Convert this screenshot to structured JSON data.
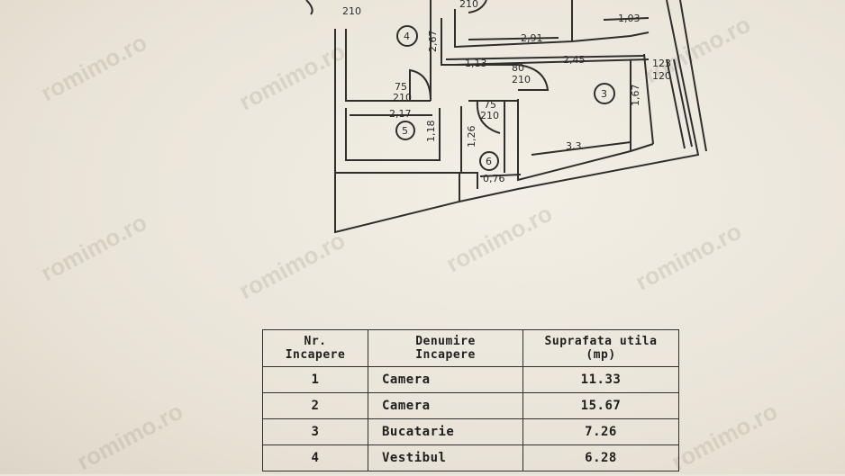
{
  "plan": {
    "dimensions": [
      "210",
      "210",
      "2,67",
      "1,03",
      "2,91",
      "1,13",
      "80",
      "2,45",
      "210",
      "123",
      "120",
      "1,67",
      "75",
      "210",
      "75",
      "210",
      "2,17",
      "1,18",
      "1,26",
      "3,3",
      "0,76"
    ],
    "room_markers": [
      "4",
      "3",
      "5",
      "6"
    ]
  },
  "watermark": "romimo.ro",
  "table": {
    "headers": {
      "nr": [
        "Nr.",
        "Incapere"
      ],
      "name": [
        "Denumire",
        "Incapere"
      ],
      "area": [
        "Suprafata utila",
        "(mp)"
      ]
    },
    "rows": [
      {
        "nr": "1",
        "name": "Camera",
        "area": "11.33"
      },
      {
        "nr": "2",
        "name": "Camera",
        "area": "15.67"
      },
      {
        "nr": "3",
        "name": "Bucatarie",
        "area": "7.26"
      },
      {
        "nr": "4",
        "name": "Vestibul",
        "area": "6.28"
      }
    ]
  }
}
